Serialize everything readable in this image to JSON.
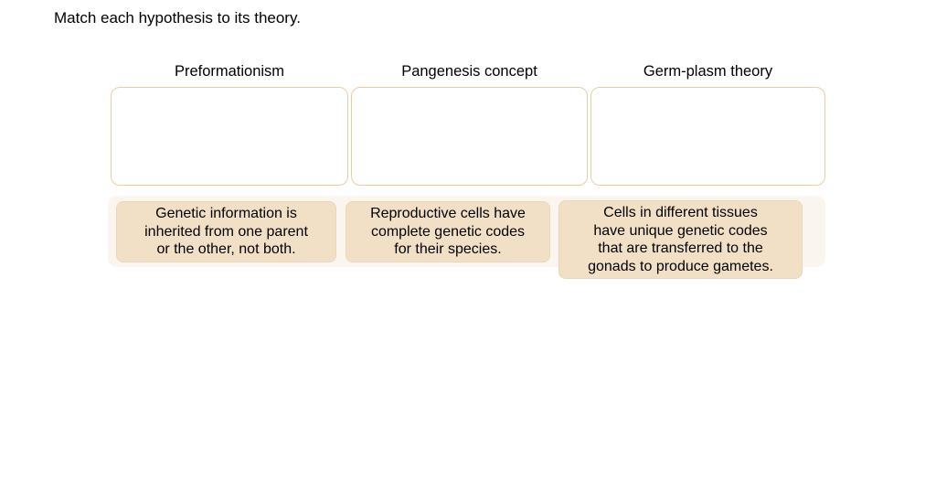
{
  "page": {
    "title": "Match each hypothesis to its theory."
  },
  "colors": {
    "background": "#ffffff",
    "dropzone_border": "#e8cda6",
    "dropzone_bg": "#ffffff",
    "card_bg": "#f2e0c6",
    "card_border": "#ead6b9",
    "tray_bg": "#faf5ef",
    "text": "#000000"
  },
  "columns": [
    {
      "label": "Preformationism"
    },
    {
      "label": "Pangenesis concept"
    },
    {
      "label": "Germ-plasm theory"
    }
  ],
  "cards": [
    {
      "text": "Genetic information is\ninherited from one parent\nor the other, not both."
    },
    {
      "text": "Reproductive cells have\ncomplete genetic codes\nfor their species."
    },
    {
      "text": "Cells in different tissues\nhave unique genetic codes\nthat are transferred to the\ngonads to produce gametes."
    }
  ]
}
